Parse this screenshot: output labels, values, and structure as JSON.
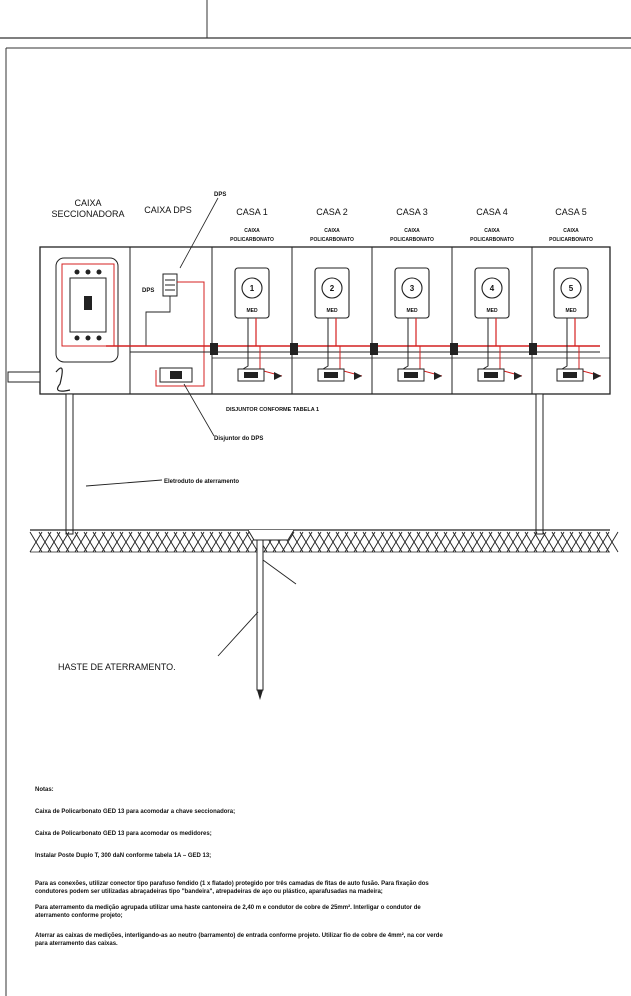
{
  "labels": {
    "caixa_seccionadora_1": "CAIXA",
    "caixa_seccionadora_2": "SECCIONADORA",
    "caixa_dps": "CAIXA DPS",
    "dps_top": "DPS",
    "dps_inner": "DPS",
    "houses": [
      {
        "name": "CASA 1",
        "sub1": "CAIXA",
        "sub2": "POLICARBONATO",
        "meter": "1",
        "med": "MED"
      },
      {
        "name": "CASA 2",
        "sub1": "CAIXA",
        "sub2": "POLICARBONATO",
        "meter": "2",
        "med": "MED"
      },
      {
        "name": "CASA 3",
        "sub1": "CAIXA",
        "sub2": "POLICARBONATO",
        "meter": "3",
        "med": "MED"
      },
      {
        "name": "CASA 4",
        "sub1": "CAIXA",
        "sub2": "POLICARBONATO",
        "meter": "4",
        "med": "MED"
      },
      {
        "name": "CASA 5",
        "sub1": "CAIXA",
        "sub2": "POLICARBONATO",
        "meter": "5",
        "med": "MED"
      }
    ],
    "disjuntor_tabela": "DISJUNTOR CONFORME TABELA 1",
    "disjuntor_dps": "Disjuntor do DPS",
    "eletroduto": "Eletroduto de aterramento",
    "haste": "HASTE DE ATERRAMENTO."
  },
  "notes": {
    "title": "Notas:",
    "n1": "Caixa de Policarbonato GED 13 para acomodar a chave seccionadora;",
    "n2": "Caixa de Policarbonato GED 13 para acomodar os medidores;",
    "n3": "Instalar Poste Duplo T, 300 daN conforme tabela 1A – GED 13;",
    "n4": "Para as conexões, utilizar conector tipo parafuso fendido (1 x flatado) protegido por três camadas de fitas de auto fusão. Para fixação dos condutores podem ser utilizadas abraçadeiras tipo \"bandeira\", atrepadeiras de aço ou plástico, aparafusadas na madeira;",
    "n5": "Para aterramento da medição agrupada utilizar uma haste cantoneira de 2,40 m e condutor de cobre de 25mm². Interligar o condutor de aterramento conforme projeto;",
    "n6": "Aterrar as caixas de medições, interligando-as ao neutro (barramento) de entrada conforme projeto. Utilizar fio de cobre de 4mm², na cor verde para aterramento das caixas."
  },
  "colors": {
    "line": "#222222",
    "wire_red": "#d42020"
  }
}
